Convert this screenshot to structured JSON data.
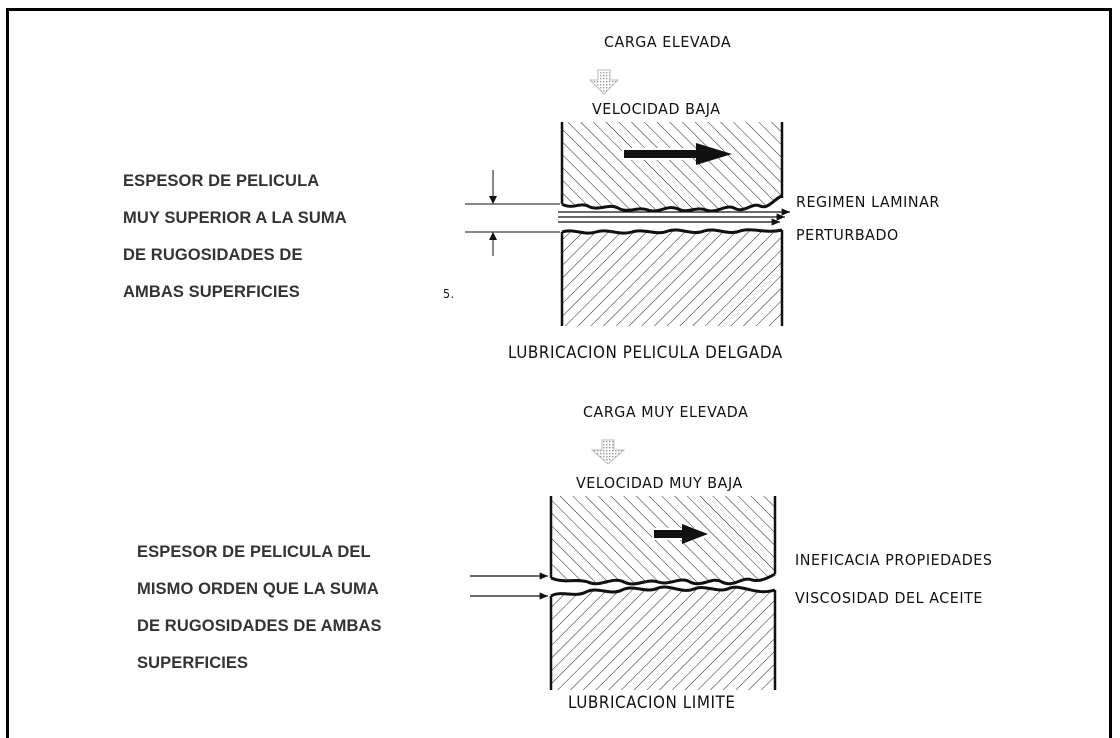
{
  "top_diagram": {
    "load_label": "CARGA ELEVADA",
    "speed_label": "VELOCIDAD BAJA",
    "regime_line1": "REGIMEN LAMINAR",
    "regime_line2": "PERTURBADO",
    "caption": "LUBRICACION PELICULA DELGADA",
    "film_note": [
      "ESPESOR DE PELICULA",
      "MUY SUPERIOR A LA SUMA",
      "DE RUGOSIDADES DE",
      "AMBAS SUPERFICIES"
    ],
    "stray_mark": "5."
  },
  "bottom_diagram": {
    "load_label": "CARGA MUY ELEVADA",
    "speed_label": "VELOCIDAD MUY BAJA",
    "effect_line1": "INEFICACIA PROPIEDADES",
    "effect_line2": "VISCOSIDAD DEL ACEITE",
    "caption": "LUBRICACION LIMITE",
    "film_note": [
      "ESPESOR DE PELICULA DEL",
      "MISMO ORDEN QUE LA SUMA",
      "DE RUGOSIDADES DE AMBAS",
      "SUPERFICIES"
    ]
  },
  "colors": {
    "ink": "#111111",
    "note_text": "#333333",
    "load_arrow": "#c9c9c9"
  },
  "icons": [
    "load-arrow-icon",
    "motion-arrow-icon"
  ]
}
